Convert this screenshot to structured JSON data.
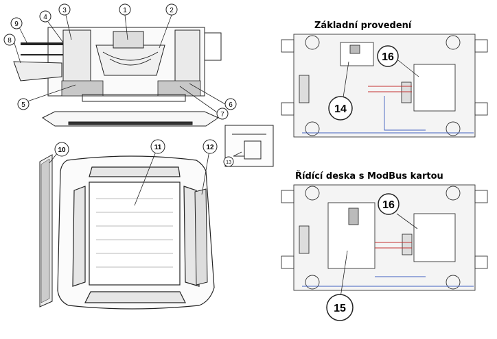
{
  "titles": {
    "basic": "Základní provedení",
    "modbus": "Řídící deska s ModBus kartou"
  },
  "callouts": {
    "c1": "1",
    "c2": "2",
    "c3": "3",
    "c4": "4",
    "c5": "5",
    "c6": "6",
    "c7": "7",
    "c8": "8",
    "c9": "9",
    "c10": "10",
    "c11": "11",
    "c12": "12",
    "c13": "13",
    "c14": "14",
    "c15": "15",
    "c16a": "16",
    "c16b": "16"
  },
  "colors": {
    "line": "#222222",
    "wire_red": "#c33030",
    "wire_blue": "#4060c0",
    "panel": "#f4f4f4"
  }
}
